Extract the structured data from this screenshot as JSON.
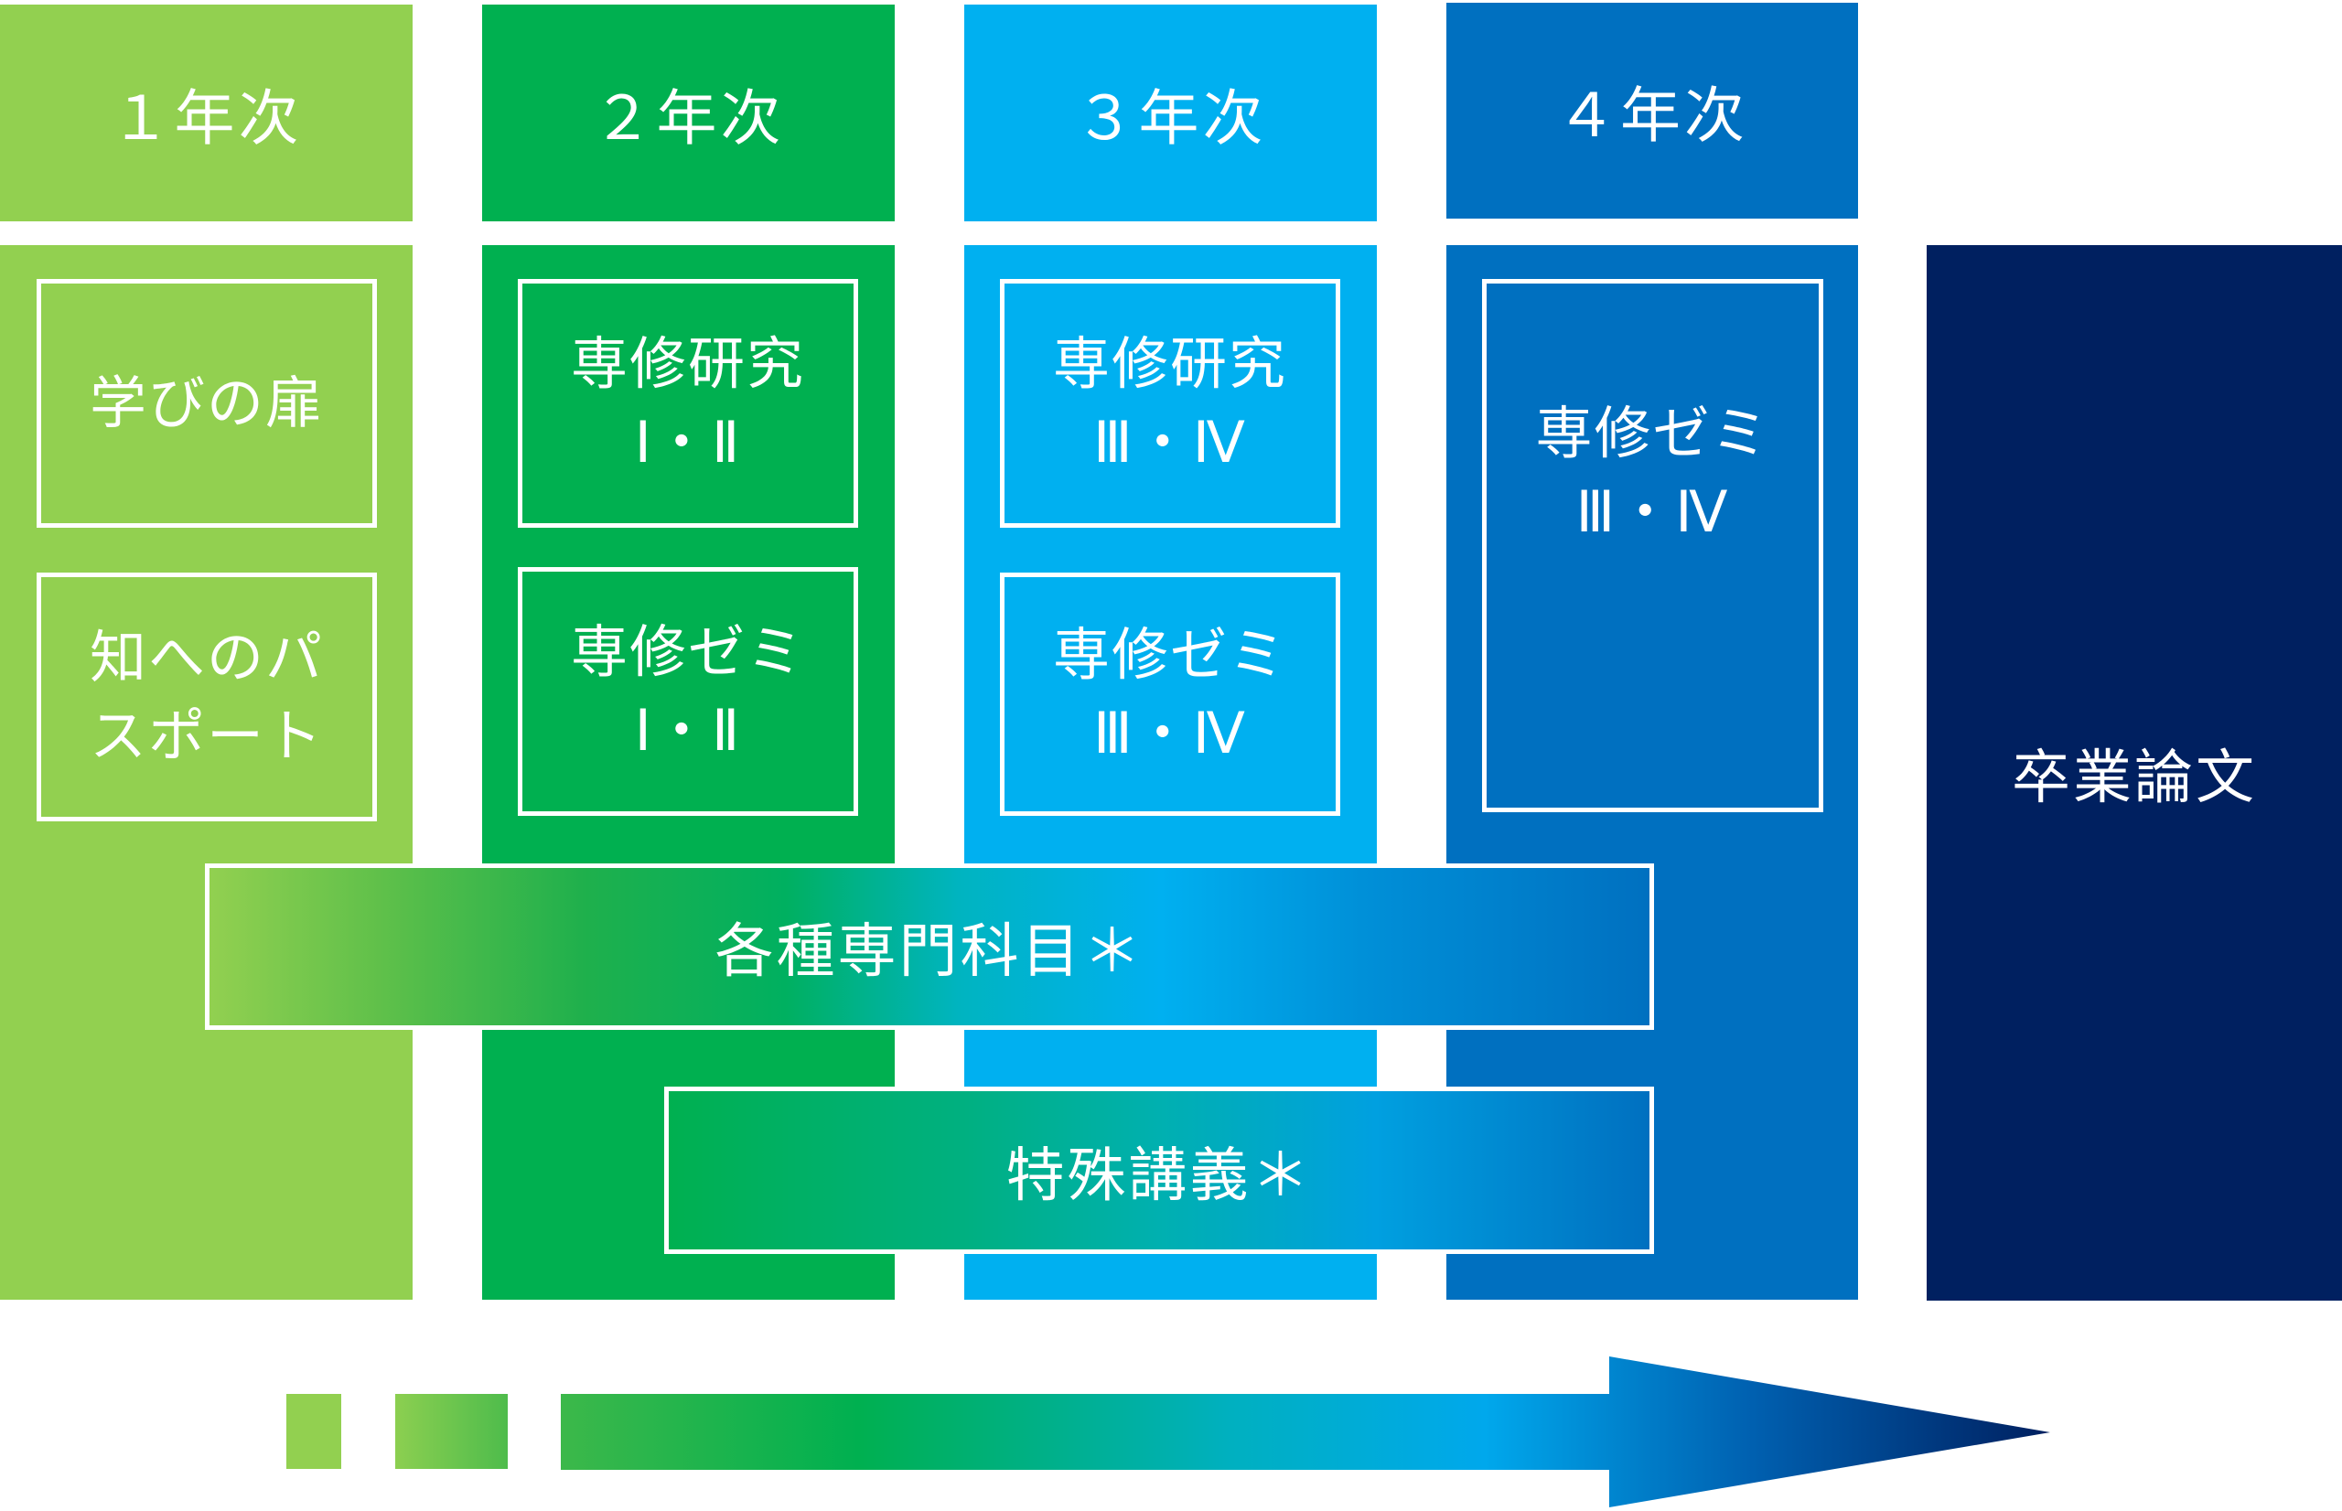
{
  "colors": {
    "year1": "#92d050",
    "year2": "#00b050",
    "year3": "#00b0f0",
    "year4": "#0070c0",
    "thesis": "#002060"
  },
  "years": [
    {
      "label": "１年次"
    },
    {
      "label": "２年次"
    },
    {
      "label": "３年次"
    },
    {
      "label": "４年次"
    }
  ],
  "courses": {
    "year1_box1": [
      "学びの扉"
    ],
    "year1_box2": [
      "知へのパ",
      "スポート"
    ],
    "year2_box1": [
      "専修研究",
      "Ⅰ・Ⅱ"
    ],
    "year2_box2": [
      "専修ゼミ",
      "Ⅰ・Ⅱ"
    ],
    "year3_box1": [
      "専修研究",
      "Ⅲ・Ⅳ"
    ],
    "year3_box2": [
      "専修ゼミ",
      "Ⅲ・Ⅳ"
    ],
    "year4_box1": [
      "専修ゼミ",
      "Ⅲ・Ⅳ"
    ]
  },
  "bands": {
    "specialized": "各種専門科目＊",
    "special_lectures": "特殊講義＊"
  },
  "thesis": "卒業論文",
  "progress_arrow": {
    "icon": "right-arrow-icon"
  }
}
